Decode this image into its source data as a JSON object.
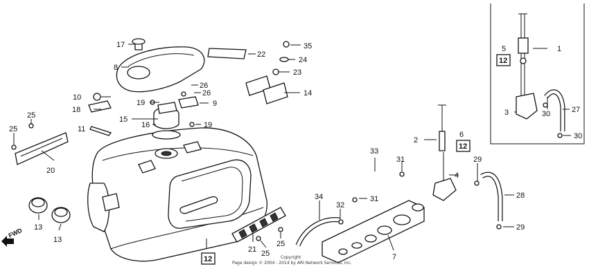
{
  "callouts": [
    "1",
    "2",
    "3",
    "4",
    "5",
    "6",
    "7",
    "8",
    "9",
    "10",
    "11",
    "12",
    "13",
    "14",
    "15",
    "16",
    "17",
    "18",
    "19",
    "20",
    "21",
    "22",
    "23",
    "24",
    "25",
    "26",
    "27",
    "28",
    "29",
    "30",
    "31",
    "32",
    "33",
    "34",
    "35"
  ],
  "boxed_refs": [
    "12"
  ],
  "fwd_label": "FWD",
  "copyright": {
    "line1": "Copyright",
    "line2": "Page design © 2004 - 2014 by ARI Network Services, Inc."
  },
  "icons": {
    "fwd_arrow": "fwd-arrow-icon"
  },
  "colors": {
    "ink": "#111111",
    "background": "#ffffff"
  }
}
